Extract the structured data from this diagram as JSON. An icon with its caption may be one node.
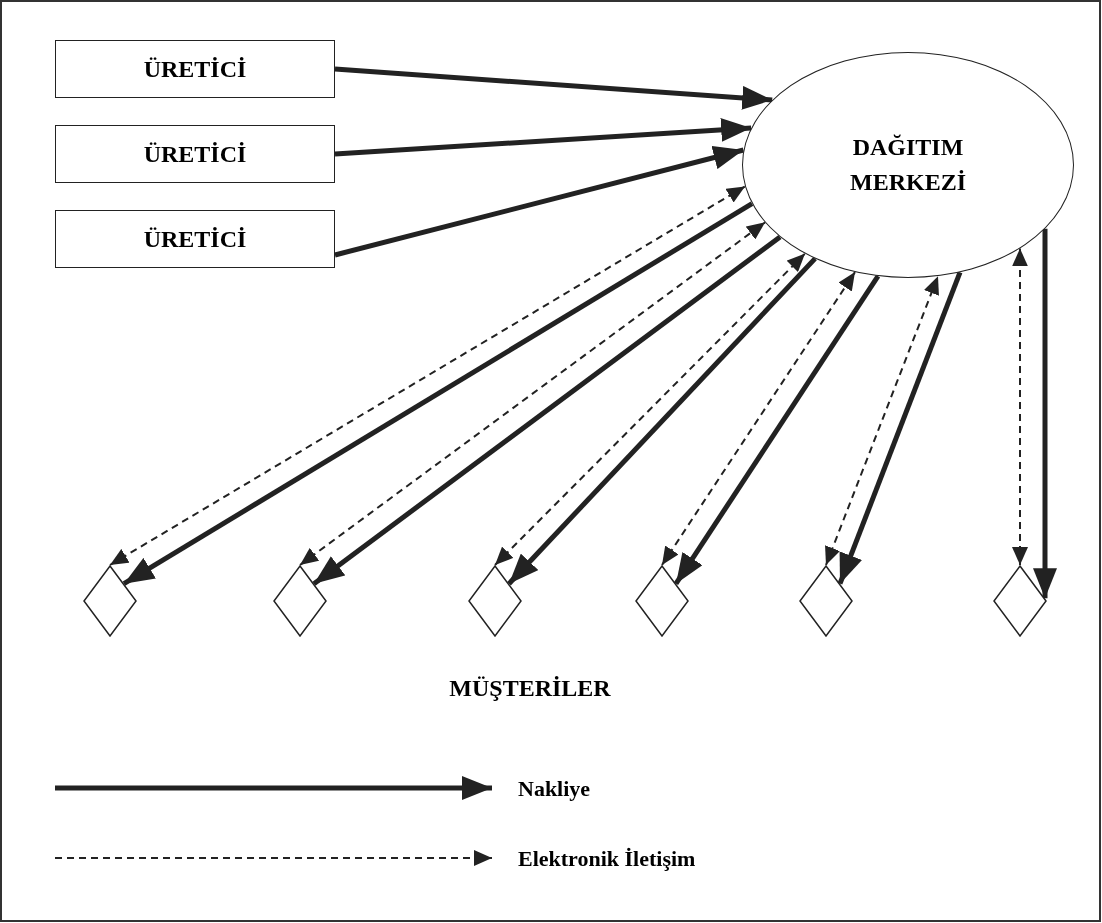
{
  "diagram": {
    "nodes": [
      {
        "text": [
          "ÜRETİCİ"
        ]
      },
      {
        "text": [
          "ÜRETİCİ"
        ]
      },
      {
        "text": [
          "ÜRETİCİ"
        ]
      },
      {
        "text": [
          "DAĞITIM MERKEZİ"
        ]
      },
      {
        "text": [],
        "shape": "diamond"
      },
      {
        "text": [],
        "shape": "diamond"
      },
      {
        "text": [],
        "shape": "diamond"
      },
      {
        "text": [],
        "shape": "diamond"
      },
      {
        "text": [],
        "shape": "diamond"
      },
      {
        "text": [],
        "shape": "diamond"
      }
    ],
    "edges": [
      {
        "from": 0,
        "to": 3,
        "arrow": "to"
      },
      {
        "from": 1,
        "to": 3,
        "arrow": "to"
      },
      {
        "from": 2,
        "to": 3,
        "arrow": "to"
      },
      {
        "from": 3,
        "to": 4,
        "arrow": "to"
      },
      {
        "from": 4,
        "to": 3,
        "arrow": "both",
        "style": "dashed"
      },
      {
        "from": 3,
        "to": 5,
        "arrow": "to"
      },
      {
        "from": 5,
        "to": 3,
        "arrow": "both",
        "style": "dashed"
      },
      {
        "from": 3,
        "to": 6,
        "arrow": "to"
      },
      {
        "from": 6,
        "to": 3,
        "arrow": "both",
        "style": "dashed"
      },
      {
        "from": 3,
        "to": 7,
        "arrow": "to"
      },
      {
        "from": 7,
        "to": 3,
        "arrow": "both",
        "style": "dashed"
      },
      {
        "from": 3,
        "to": 8,
        "arrow": "to"
      },
      {
        "from": 8,
        "to": 3,
        "arrow": "both",
        "style": "dashed"
      },
      {
        "from": 3,
        "to": 9,
        "arrow": "to"
      },
      {
        "from": 9,
        "to": 3,
        "arrow": "both",
        "style": "dashed"
      }
    ],
    "labels": [
      "MÜŞTERİLER"
    ],
    "legend": [
      {
        "text": "Nakliye"
      },
      {
        "text": "Elektronik İletişim"
      }
    ]
  }
}
